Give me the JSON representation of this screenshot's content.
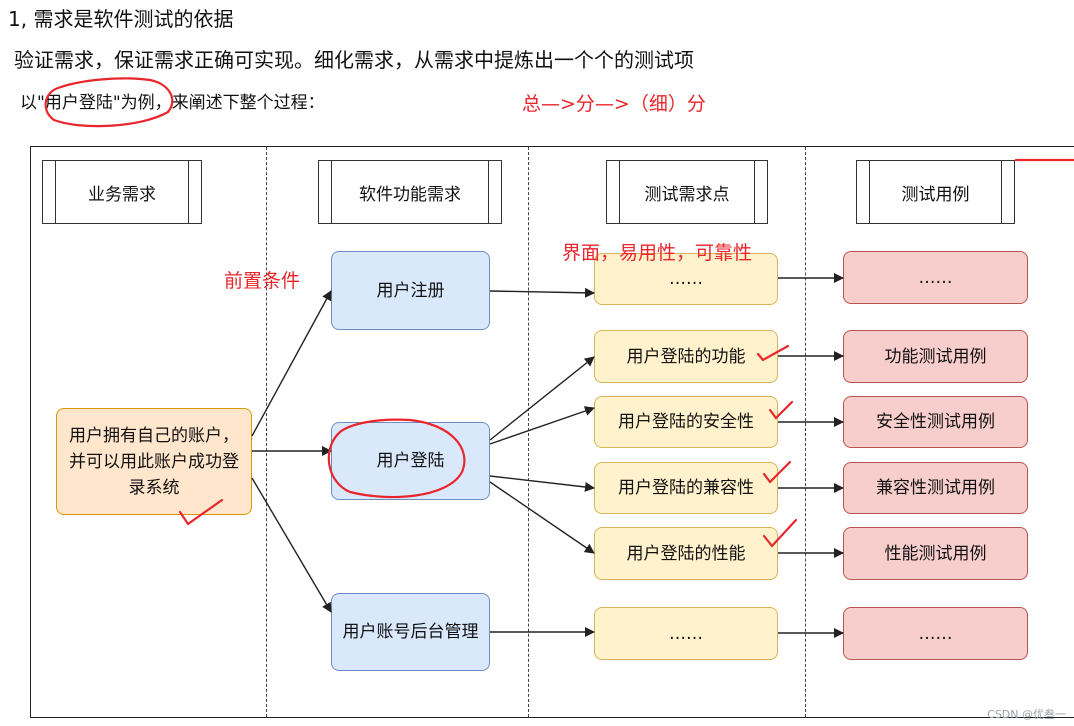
{
  "text": {
    "heading": "1, 需求是软件测试的依据",
    "line2": "验证需求，保证需求正确可实现。细化需求，从需求中提炼出一个个的测试项",
    "line3": "以\"用户登陆\"为例，来阐述下整个过程：",
    "annotation_top": "总—>分—>（细）分",
    "annotation_precondition": "前置条件",
    "annotation_quality": "界面，易用性，可靠性",
    "watermark": "CSDN @优叁一"
  },
  "columns": [
    "业务需求",
    "软件功能需求",
    "测试需求点",
    "测试用例"
  ],
  "business": {
    "root": "用户拥有自己的账户，并可以用此账户成功登录系统"
  },
  "functions": {
    "register": "用户注册",
    "login": "用户登陆",
    "account": "用户账号后台管理"
  },
  "test_points": {
    "top": "……",
    "func": "用户登陆的功能",
    "security": "用户登陆的安全性",
    "compat": "用户登陆的兼容性",
    "perf": "用户登陆的性能",
    "bottom": "……"
  },
  "test_cases": {
    "top": "……",
    "func": "功能测试用例",
    "security": "安全性测试用例",
    "compat": "兼容性测试用例",
    "perf": "性能测试用例",
    "bottom": "……"
  },
  "colors": {
    "annotation": "#e8262b",
    "arrow": "#222222"
  }
}
